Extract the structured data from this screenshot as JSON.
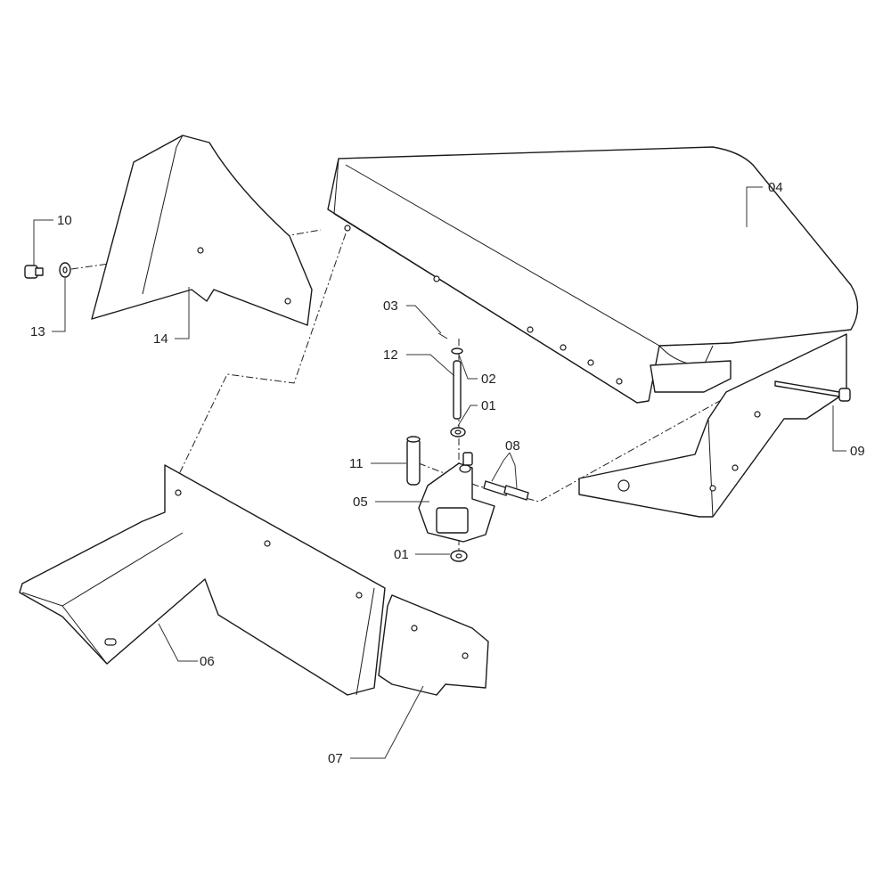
{
  "callouts": [
    {
      "id": "10",
      "label": "10"
    },
    {
      "id": "13",
      "label": "13"
    },
    {
      "id": "14",
      "label": "14"
    },
    {
      "id": "04",
      "label": "04"
    },
    {
      "id": "03",
      "label": "03"
    },
    {
      "id": "12",
      "label": "12"
    },
    {
      "id": "02",
      "label": "02"
    },
    {
      "id": "01a",
      "label": "01"
    },
    {
      "id": "11",
      "label": "11"
    },
    {
      "id": "08",
      "label": "08"
    },
    {
      "id": "05",
      "label": "05"
    },
    {
      "id": "01b",
      "label": "01"
    },
    {
      "id": "09",
      "label": "09"
    },
    {
      "id": "06",
      "label": "06"
    },
    {
      "id": "07",
      "label": "07"
    }
  ]
}
